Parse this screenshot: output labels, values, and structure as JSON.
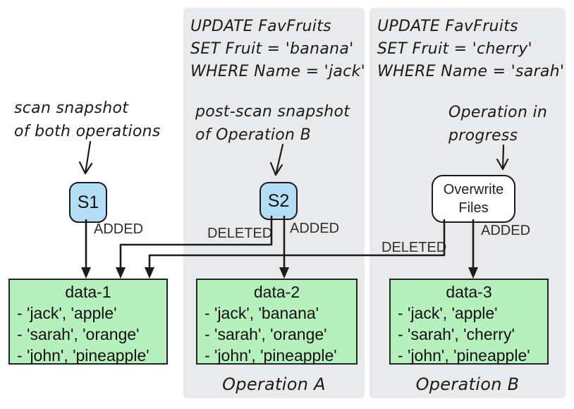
{
  "colors": {
    "panel": "#e9eaec",
    "snapshot_fill": "#b4ddf6",
    "data_fill": "#b6f0bc",
    "stroke": "#1b1b1b",
    "label_text": "#2e2e2e"
  },
  "sql_operation_a": {
    "line1": "UPDATE FavFruits",
    "line2": "SET Fruit = 'banana'",
    "line3": "WHERE Name = 'jack'"
  },
  "sql_operation_b": {
    "line1": "UPDATE FavFruits",
    "line2": "SET Fruit = 'cherry'",
    "line3": "WHERE Name = 'sarah'"
  },
  "annotations": {
    "scan": {
      "line1": "scan snapshot",
      "line2": "of both operations"
    },
    "post_scan": {
      "line1": "post-scan snapshot",
      "line2": "of Operation B"
    },
    "in_progress": {
      "line1": "Operation in",
      "line2": "progress"
    }
  },
  "snapshots": {
    "s1": "S1",
    "s2": "S2"
  },
  "overwrite_box": {
    "line1": "Overwrite",
    "line2": "Files"
  },
  "edge_labels": {
    "s1_added": "ADDED",
    "s2_deleted": "DELETED",
    "s2_added": "ADDED",
    "ow_deleted": "DELETED",
    "ow_added": "ADDED"
  },
  "data_boxes": {
    "data1": {
      "title": "data-1",
      "rows": [
        "- 'jack', 'apple'",
        "- 'sarah', 'orange'",
        "- 'john', 'pineapple'"
      ]
    },
    "data2": {
      "title": "data-2",
      "rows": [
        "- 'jack', 'banana'",
        "- 'sarah', 'orange'",
        "- 'john', 'pineapple'"
      ]
    },
    "data3": {
      "title": "data-3",
      "rows": [
        "- 'jack', 'apple'",
        "- 'sarah', 'cherry'",
        "- 'john', 'pineapple'"
      ]
    }
  },
  "captions": {
    "operation_a": "Operation A",
    "operation_b": "Operation B"
  }
}
